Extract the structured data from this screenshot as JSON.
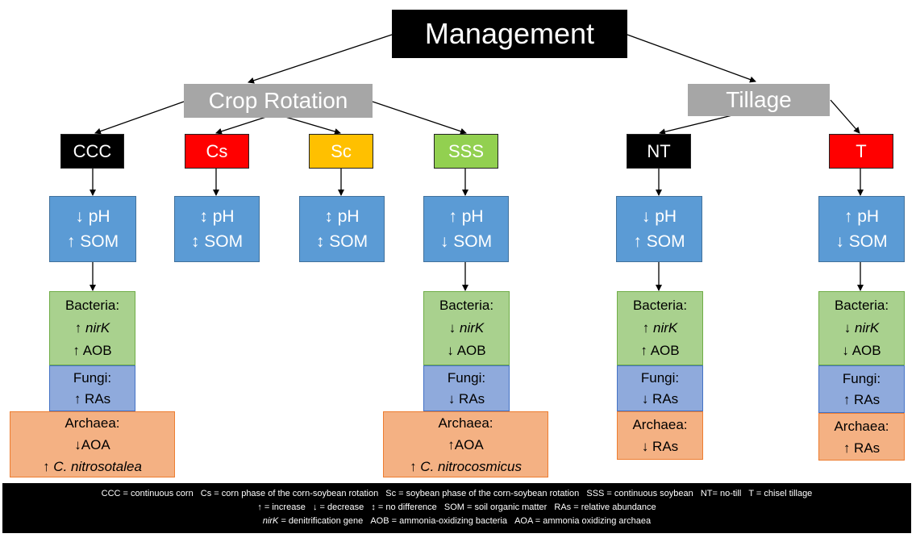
{
  "colors": {
    "title_bg": "#000000",
    "category_bg": "#a6a6a6",
    "ccc": "#000000",
    "cs": "#ff0000",
    "sc": "#ffc000",
    "sss": "#92d050",
    "nt": "#000000",
    "t": "#ff0000",
    "soil": "#5b9bd5",
    "bacteria": "#a9d18e",
    "fungi": "#8faadc",
    "archaea": "#f4b183"
  },
  "title": "Management",
  "categories": {
    "crop_rotation": "Crop Rotation",
    "tillage": "Tillage"
  },
  "nodes": {
    "ccc": {
      "label": "CCC",
      "soil": {
        "ph_arrow": "↓",
        "ph": "pH",
        "som_arrow": "↑",
        "som": "SOM"
      },
      "bacteria": {
        "heading": "Bacteria:",
        "gene_arrow": "↑",
        "gene": "nirK",
        "aob": "↑ AOB"
      },
      "fungi": {
        "heading": "Fungi:",
        "ras": "↑ RAs"
      },
      "archaea": {
        "heading": "Archaea:",
        "line1": "↓AOA",
        "line2_arrow": "↑",
        "line2_species": "C. nitrosotalea"
      }
    },
    "cs": {
      "label": "Cs",
      "soil": {
        "ph_arrow": "↕",
        "ph": "pH",
        "som_arrow": "↕",
        "som": "SOM"
      }
    },
    "sc": {
      "label": "Sc",
      "soil": {
        "ph_arrow": "↕",
        "ph": "pH",
        "som_arrow": "↕",
        "som": "SOM"
      }
    },
    "sss": {
      "label": "SSS",
      "soil": {
        "ph_arrow": "↑",
        "ph": "pH",
        "som_arrow": "↓",
        "som": "SOM"
      },
      "bacteria": {
        "heading": "Bacteria:",
        "gene_arrow": "↓",
        "gene": "nirK",
        "aob": "↓ AOB"
      },
      "fungi": {
        "heading": "Fungi:",
        "ras": "↓ RAs"
      },
      "archaea": {
        "heading": "Archaea:",
        "line1": "↑AOA",
        "line2_arrow": "↑",
        "line2_species": "C. nitrocosmicus"
      }
    },
    "nt": {
      "label": "NT",
      "soil": {
        "ph_arrow": "↓",
        "ph": "pH",
        "som_arrow": "↑",
        "som": "SOM"
      },
      "bacteria": {
        "heading": "Bacteria:",
        "gene_arrow": "↑",
        "gene": "nirK",
        "aob": "↑ AOB"
      },
      "fungi": {
        "heading": "Fungi:",
        "ras": "↓ RAs"
      },
      "archaea": {
        "heading": "Archaea:",
        "line2": "↓ RAs"
      }
    },
    "t": {
      "label": "T",
      "soil": {
        "ph_arrow": "↑",
        "ph": "pH",
        "som_arrow": "↓",
        "som": "SOM"
      },
      "bacteria": {
        "heading": "Bacteria:",
        "gene_arrow": "↓",
        "gene": "nirK",
        "aob": "↓ AOB"
      },
      "fungi": {
        "heading": "Fungi:",
        "ras": "↑ RAs"
      },
      "archaea": {
        "heading": "Archaea:",
        "line2": "↑ RAs"
      }
    }
  },
  "legend": {
    "row1": [
      "CCC = continuous corn",
      "Cs = corn phase of the corn-soybean rotation",
      "Sc = soybean phase of the corn-soybean rotation",
      "SSS = continuous soybean",
      "NT= no-till",
      "T = chisel tillage"
    ],
    "row2": [
      "↑ = increase",
      "↓ = decrease",
      "↕ = no difference",
      "SOM = soil organic matter",
      "RAs = relative abundance"
    ],
    "row3": {
      "gene": "nirK",
      "gene_def": " = denitrification gene",
      "aob": "AOB = ammonia-oxidizing bacteria",
      "aoa": "AOA = ammonia oxidizing archaea"
    }
  }
}
